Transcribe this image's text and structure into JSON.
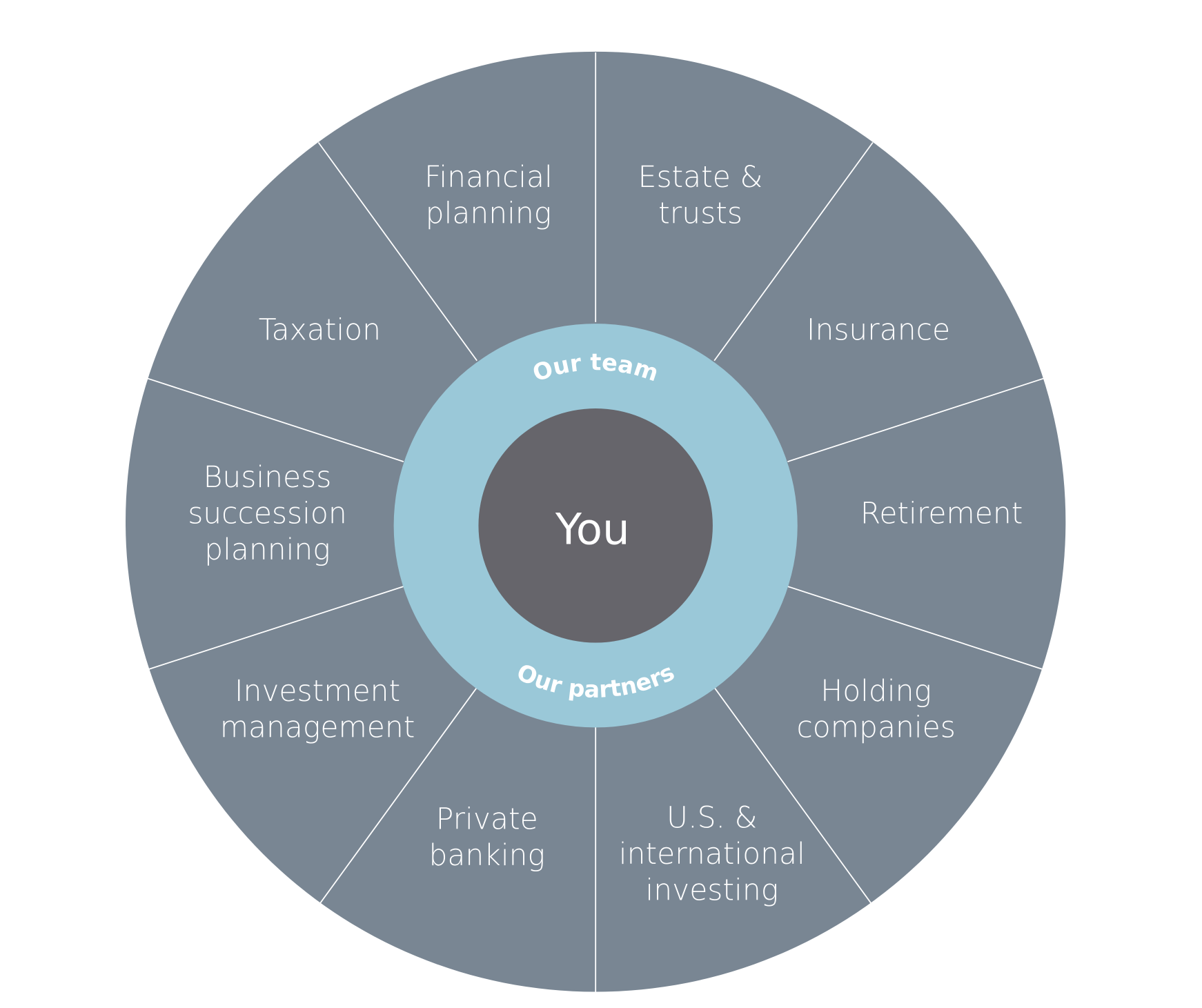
{
  "colors": {
    "segment": "#798693",
    "ring": "#9AC8D8",
    "center": "#66656B",
    "text": "#FFFFFF",
    "divider": "#FFFFFF"
  },
  "center": {
    "label": "You"
  },
  "ring": {
    "top_label": "Our team",
    "bottom_label": "Our partners"
  },
  "segments": [
    {
      "lines": [
        "Financial",
        "planning"
      ]
    },
    {
      "lines": [
        "Estate &",
        "trusts"
      ]
    },
    {
      "lines": [
        "Insurance"
      ]
    },
    {
      "lines": [
        "Retirement"
      ]
    },
    {
      "lines": [
        "Holding",
        "companies"
      ]
    },
    {
      "lines": [
        "U.S. &",
        "international",
        "investing"
      ]
    },
    {
      "lines": [
        "Private",
        "banking"
      ]
    },
    {
      "lines": [
        "Investment",
        "management"
      ]
    },
    {
      "lines": [
        "Business",
        "succession",
        "planning"
      ]
    },
    {
      "lines": [
        "Taxation"
      ]
    }
  ]
}
